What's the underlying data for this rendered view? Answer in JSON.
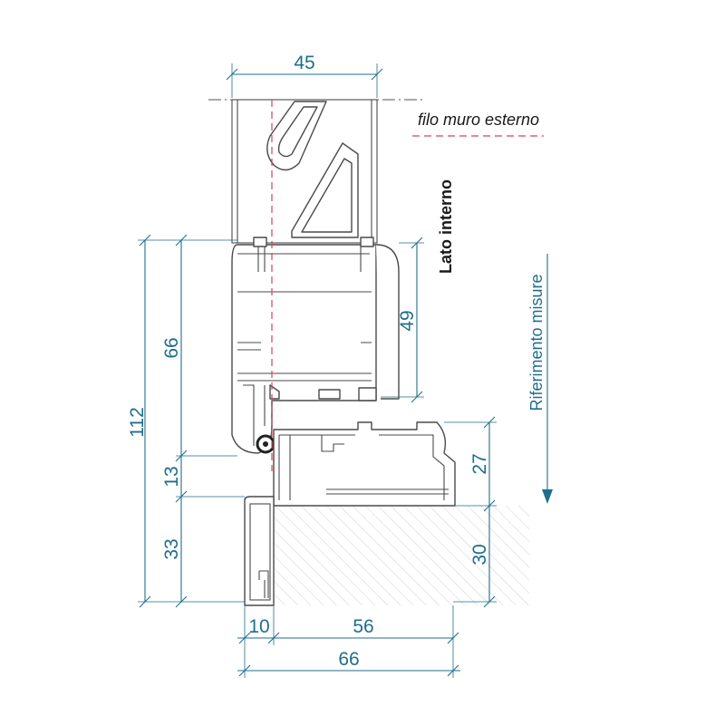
{
  "labels": {
    "outer_wall_line": "filo muro esterno",
    "inner_side": "Lato interno",
    "measure_reference": "Riferimento misure"
  },
  "dimensions": {
    "top_width": "45",
    "total_height": "112",
    "frame_height": "66",
    "gap_height": "13",
    "base_height": "33",
    "inner_height": "49",
    "sill_height": "27",
    "wall_height": "30",
    "left_offset": "10",
    "sill_width": "56",
    "total_width": "66"
  },
  "colors": {
    "dimension": "#1f6e8c",
    "wall_line": "#d9434e",
    "profile": "#4a4a4a",
    "hatch": "#d0d0d0"
  }
}
